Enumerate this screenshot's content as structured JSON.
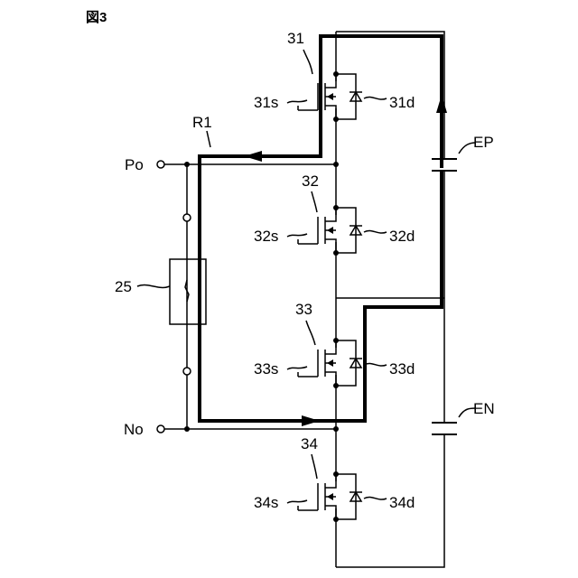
{
  "figure_label": "図3",
  "terminals": {
    "positive": "Po",
    "negative": "No"
  },
  "path_label": "R1",
  "component_25": "25",
  "switches": [
    {
      "ref": "31",
      "gate": "31s",
      "diode": "31d"
    },
    {
      "ref": "32",
      "gate": "32s",
      "diode": "32d"
    },
    {
      "ref": "33",
      "gate": "33s",
      "diode": "33d"
    },
    {
      "ref": "34",
      "gate": "34s",
      "diode": "34d"
    }
  ],
  "capacitors": {
    "upper": "EP",
    "lower": "EN"
  }
}
